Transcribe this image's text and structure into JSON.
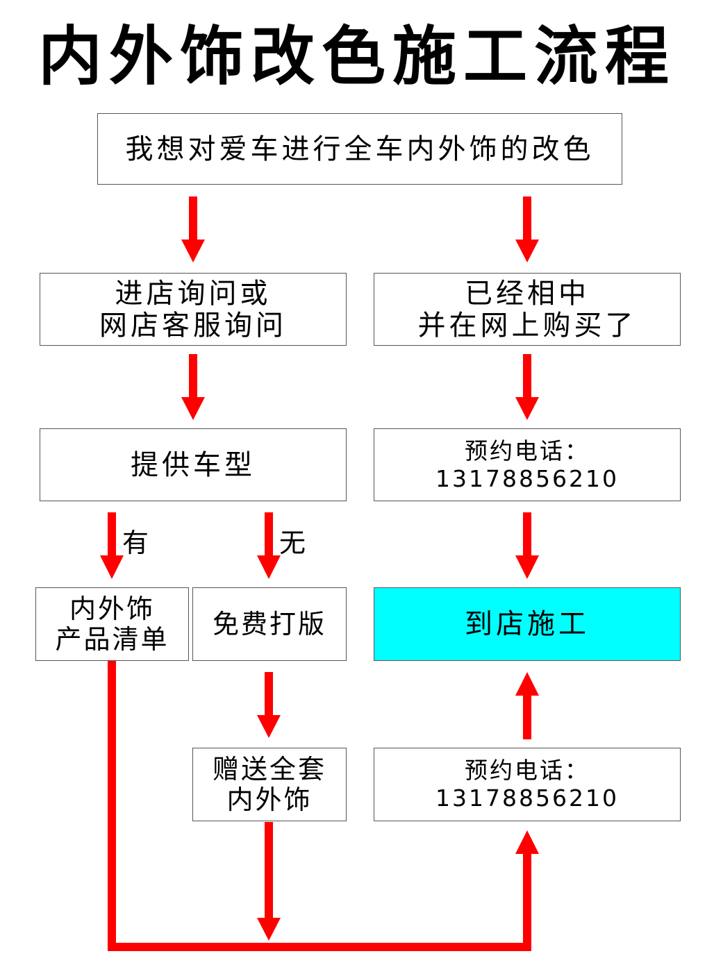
{
  "title": "内外饰改色施工流程",
  "boxes": {
    "start": "我想对爱车进行全车内外饰的改色",
    "inquire": [
      "进店询问或",
      "网店客服询问"
    ],
    "bought": [
      "已经相中",
      "并在网上购买了"
    ],
    "model": "提供车型",
    "phone1": [
      "预约电话：",
      "13178856210"
    ],
    "list": [
      "内外饰",
      "产品清单"
    ],
    "free": "免费打版",
    "construct": "到店施工",
    "gift": [
      "赠送全套",
      "内外饰"
    ],
    "phone2": [
      "预约电话：",
      "13178856210"
    ]
  },
  "branches": {
    "yes": "有",
    "no": "无"
  },
  "colors": {
    "arrow": "#ff0000",
    "highlight": "#00ffff",
    "border": "#555555"
  }
}
